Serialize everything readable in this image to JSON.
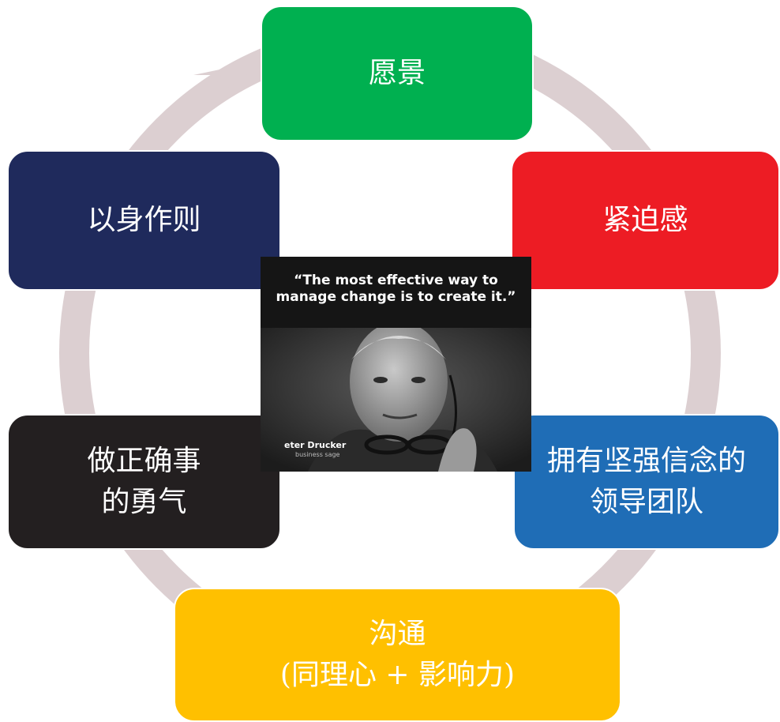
{
  "colors": {
    "ring": "#dccfd1",
    "vision": "#00b050",
    "urgency": "#ed1c24",
    "team": "#1f6db6",
    "communication": "#ffc000",
    "courage": "#231f20",
    "model": "#1f2a5c"
  },
  "nodes": {
    "vision": {
      "lines": [
        "愿景"
      ]
    },
    "urgency": {
      "lines": [
        "紧迫感"
      ]
    },
    "team": {
      "lines": [
        "拥有坚强信念的",
        "领导团队"
      ]
    },
    "communication": {
      "lines": [
        "沟通",
        "(同理心 + 影响力)"
      ]
    },
    "courage": {
      "lines": [
        "做正确事",
        "的勇气"
      ]
    },
    "model": {
      "lines": [
        "以身作则"
      ]
    }
  },
  "photo": {
    "quote_lines": [
      "“The most effective way to",
      "manage change is to create it.”"
    ],
    "name": "eter Drucker",
    "role": "business sage"
  }
}
